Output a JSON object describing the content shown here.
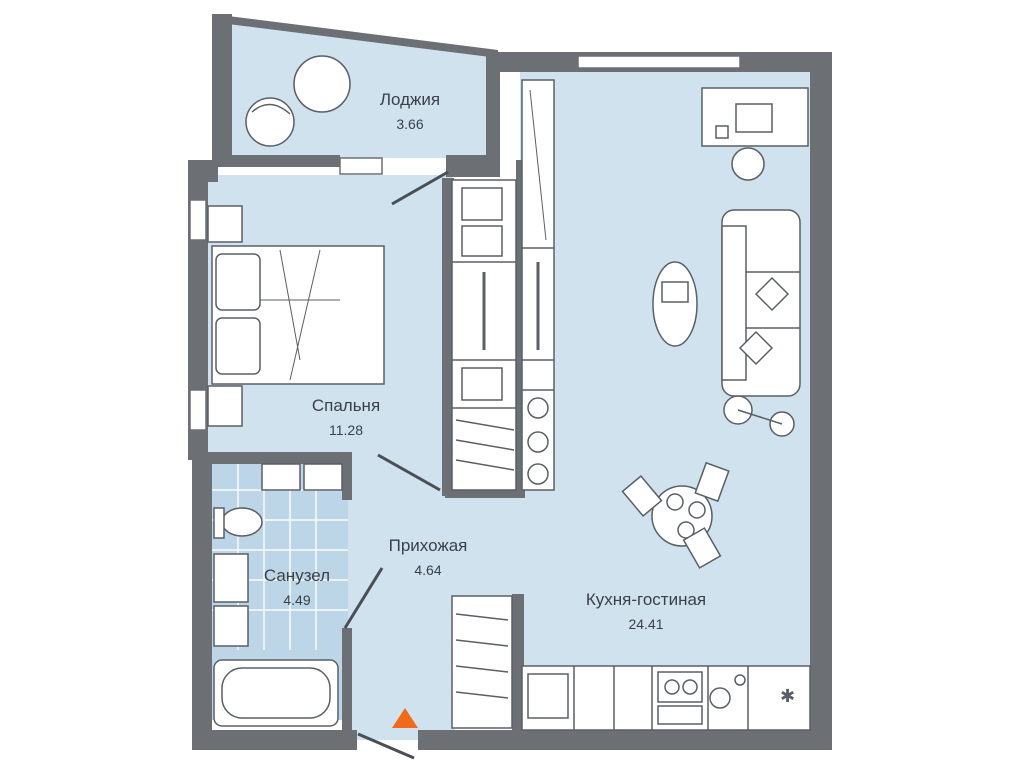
{
  "rooms": {
    "loggia": {
      "name": "Лоджия",
      "area": "3.66"
    },
    "bedroom": {
      "name": "Спальня",
      "area": "11.28"
    },
    "hallway": {
      "name": "Прихожая",
      "area": "4.64"
    },
    "bathroom": {
      "name": "Санузел",
      "area": "4.49"
    },
    "kitchen": {
      "name": "Кухня-гостиная",
      "area": "24.41"
    }
  },
  "colors": {
    "floor": "#cfe2ee",
    "wall": "#6c6f74",
    "entrance_marker": "#f06a1c",
    "furniture_line": "#5a5e66"
  },
  "icons": {
    "entrance": "orange-triangle",
    "hob": "snowflake-icon"
  }
}
